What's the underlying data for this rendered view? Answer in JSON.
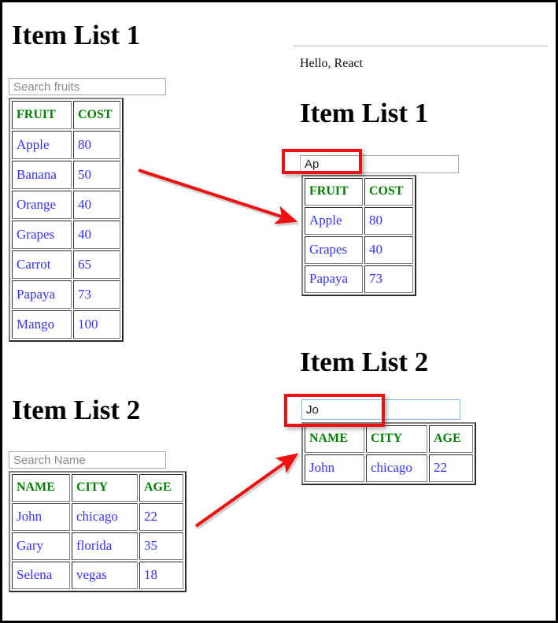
{
  "page": {
    "border_color": "#000000",
    "background": "#ffffff"
  },
  "colors": {
    "header_text": "#008000",
    "cell_text": "#3333ff",
    "heading_text": "#000000",
    "annotation_red": "#ee1111",
    "focus_blue": "#7eb4ea",
    "placeholder_gray": "#8c8c8c",
    "rule_gray": "#bcbcbc"
  },
  "left_panel": {
    "list1": {
      "title": "Item List 1",
      "search": {
        "value": "",
        "placeholder": "Search fruits"
      },
      "table": {
        "columns": [
          "FRUIT",
          "COST"
        ],
        "rows": [
          [
            "Apple",
            "80"
          ],
          [
            "Banana",
            "50"
          ],
          [
            "Orange",
            "40"
          ],
          [
            "Grapes",
            "40"
          ],
          [
            "Carrot",
            "65"
          ],
          [
            "Papaya",
            "73"
          ],
          [
            "Mango",
            "100"
          ]
        ]
      }
    },
    "list2": {
      "title": "Item List 2",
      "search": {
        "value": "",
        "placeholder": "Search Name"
      },
      "table": {
        "columns": [
          "NAME",
          "CITY",
          "AGE"
        ],
        "rows": [
          [
            "John",
            "chicago",
            "22"
          ],
          [
            "Gary",
            "florida",
            "35"
          ],
          [
            "Selena",
            "vegas",
            "18"
          ]
        ]
      }
    }
  },
  "right_panel": {
    "greeting": "Hello, React",
    "list1": {
      "title": "Item List 1",
      "search": {
        "value": "Ap",
        "placeholder": ""
      },
      "table": {
        "columns": [
          "FRUIT",
          "COST"
        ],
        "rows": [
          [
            "Apple",
            "80"
          ],
          [
            "Grapes",
            "40"
          ],
          [
            "Papaya",
            "73"
          ]
        ]
      }
    },
    "list2": {
      "title": "Item List 2",
      "search": {
        "value": "Jo",
        "placeholder": ""
      },
      "table": {
        "columns": [
          "NAME",
          "CITY",
          "AGE"
        ],
        "rows": [
          [
            "John",
            "chicago",
            "22"
          ]
        ]
      }
    }
  },
  "annotations": {
    "highlight_boxes": [
      {
        "name": "highlight-search-fruits-ap"
      },
      {
        "name": "highlight-search-name-jo"
      }
    ],
    "arrows": [
      {
        "name": "arrow-list1-to-filtered"
      },
      {
        "name": "arrow-list2-to-filtered"
      }
    ]
  }
}
